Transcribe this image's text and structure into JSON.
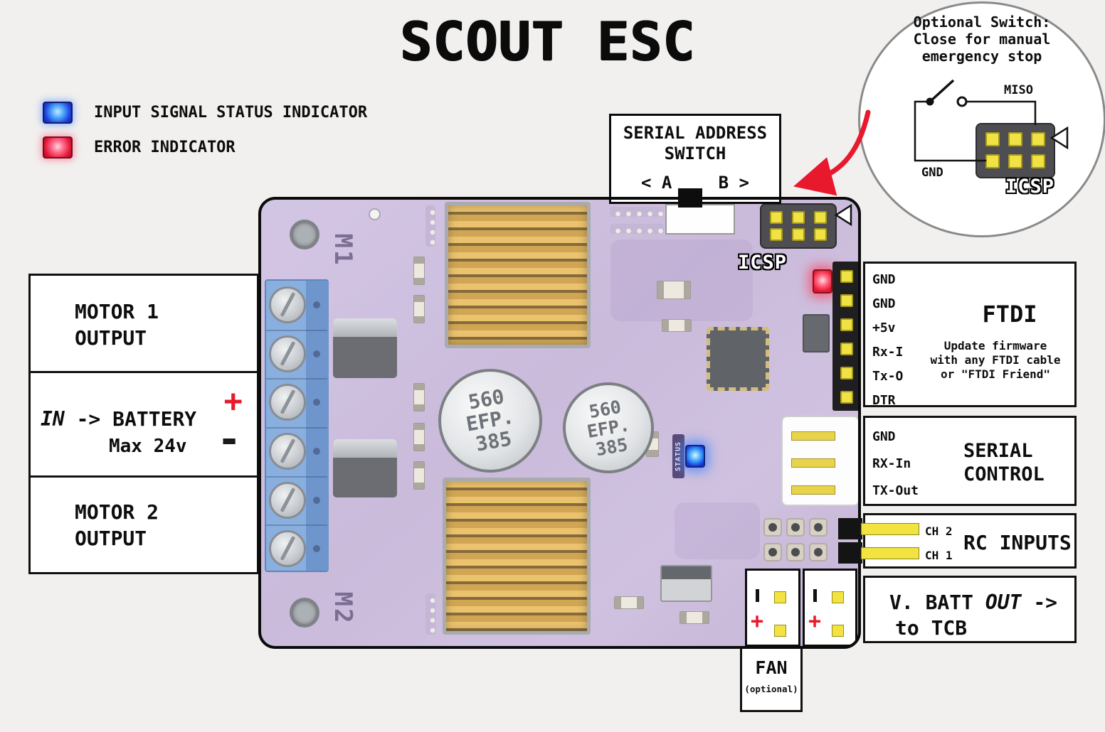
{
  "title": "SCOUT ESC",
  "legend": {
    "input_signal": "INPUT SIGNAL STATUS INDICATOR",
    "error": "ERROR INDICATOR"
  },
  "bubble": {
    "line1": "Optional Switch:",
    "line2": "Close for manual",
    "line3": "emergency stop",
    "miso": "MISO",
    "gnd": "GND",
    "icsp": "ICSP"
  },
  "serial_address_switch": {
    "line1": "SERIAL ADDRESS",
    "line2": "SWITCH",
    "a": "< A",
    "b": "B >"
  },
  "board": {
    "m1": "M1",
    "m2": "M2",
    "icsp": "ICSP",
    "status": "STATUS",
    "capacitor": {
      "l1": "560",
      "l2": "EFP.",
      "l3": "385"
    }
  },
  "motor1": {
    "line1": "MOTOR 1",
    "line2": "OUTPUT"
  },
  "battery": {
    "in": "IN",
    "arrow": "->",
    "name": "BATTERY",
    "max": "Max 24v",
    "plus": "+",
    "minus": "-"
  },
  "motor2": {
    "line1": "MOTOR 2",
    "line2": "OUTPUT"
  },
  "ftdi": {
    "pins": [
      "GND",
      "GND",
      "+5v",
      "Rx-I",
      "Tx-O",
      "DTR"
    ],
    "title": "FTDI",
    "desc1": "Update firmware",
    "desc2": "with any FTDI cable",
    "desc3": "or \"FTDI Friend\""
  },
  "serial_control": {
    "pins": [
      "GND",
      "RX-In",
      "TX-Out"
    ],
    "title1": "SERIAL",
    "title2": "CONTROL"
  },
  "rc_inputs": {
    "ch2": "CH 2",
    "ch1": "CH 1",
    "title": "RC INPUTS"
  },
  "vbatt": {
    "part1": "V. BATT",
    "part2": "OUT",
    "part3": "->",
    "line2": "to TCB"
  },
  "fan": {
    "title": "FAN",
    "subtitle": "(optional)"
  },
  "fan_connector": {
    "plus": "+"
  },
  "colors": {
    "accent_red": "#e8192c",
    "pad_yellow": "#f0e244",
    "board_purple": "#c2b1d6",
    "led_blue": "#1b3ed8",
    "led_red": "#e01535"
  }
}
